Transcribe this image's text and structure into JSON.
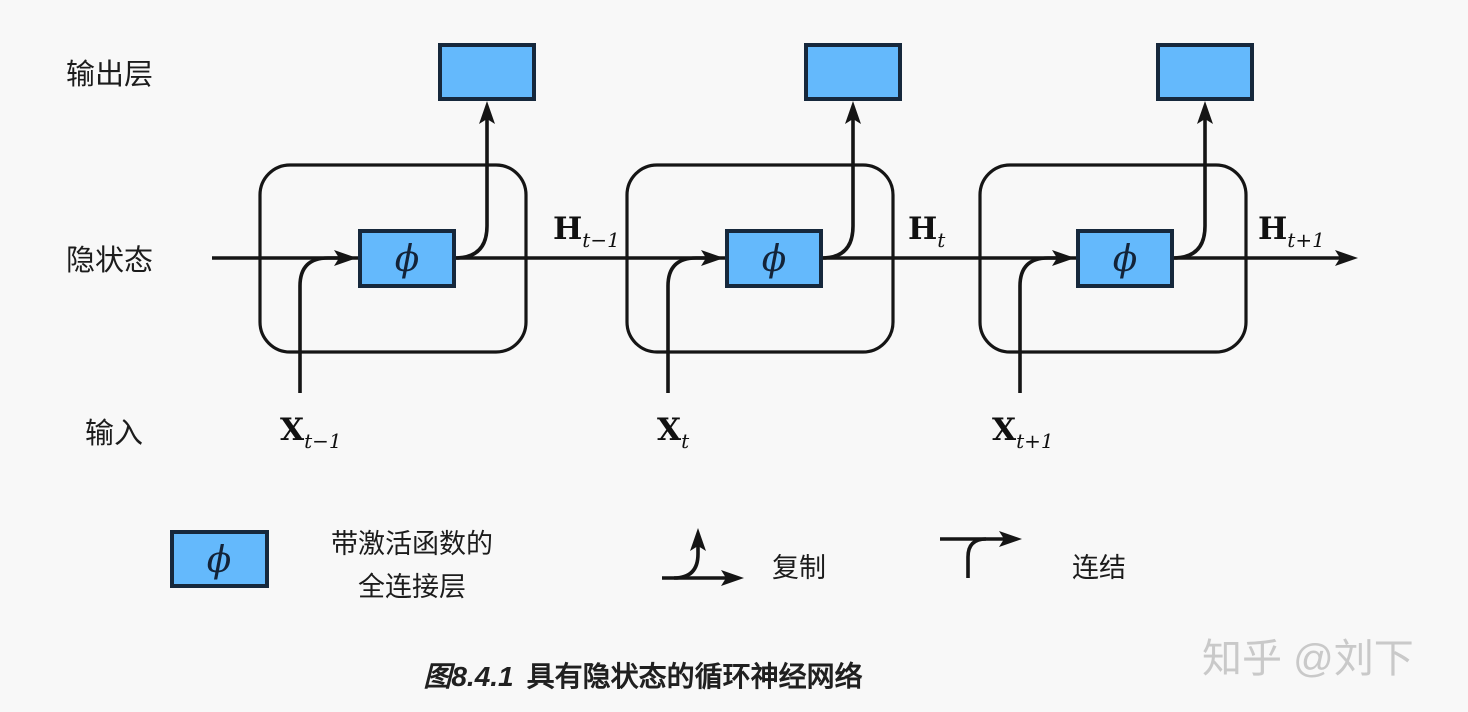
{
  "figure": {
    "caption_number": "图8.4.1",
    "caption_title": "具有隐状态的循环神经网络",
    "watermark": "知乎 @刘下"
  },
  "row_labels": {
    "output_layer": "输出层",
    "hidden_state": "隐状态",
    "input": "输入"
  },
  "units": [
    {
      "phi": "ϕ",
      "h_symbol": "H",
      "h_subscript": "t−1",
      "x_symbol": "X",
      "x_subscript": "t−1"
    },
    {
      "phi": "ϕ",
      "h_symbol": "H",
      "h_subscript": "t",
      "x_symbol": "X",
      "x_subscript": "t"
    },
    {
      "phi": "ϕ",
      "h_symbol": "H",
      "h_subscript": "t+1",
      "x_symbol": "X",
      "x_subscript": "t+1"
    }
  ],
  "legend": {
    "phi": "ϕ",
    "fc_line1": "带激活函数的",
    "fc_line2": "全连接层",
    "copy_label": "复制",
    "concat_label": "连结"
  },
  "colors": {
    "background": "#f8f8f8",
    "box_fill": "#64b9fc",
    "line": "#151515",
    "watermark": "#c9c9c9"
  }
}
